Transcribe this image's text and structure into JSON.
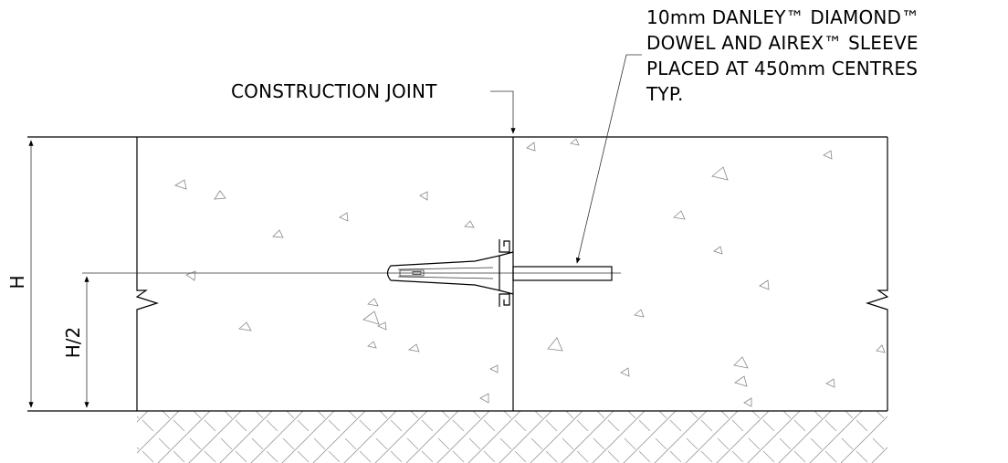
{
  "labels": {
    "construction_joint": "CONSTRUCTION JOINT",
    "dowel_line1": "10mm DANLEY™ DIAMOND™",
    "dowel_line2": "DOWEL AND AIREX™ SLEEVE",
    "dowel_line3": "PLACED AT 450mm CENTRES",
    "dowel_line4": "TYP."
  },
  "dimensions": {
    "slab_depth": "H",
    "dowel_height": "H/2"
  },
  "colors": {
    "line": "#000000",
    "aggregate": "#888888",
    "hatch": "#9a9a9a",
    "background": "#ffffff"
  }
}
